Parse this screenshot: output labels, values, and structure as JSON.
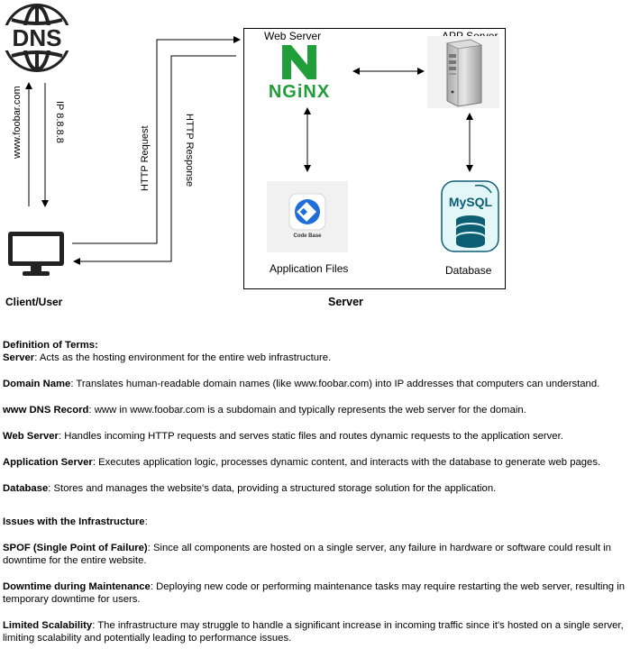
{
  "diagram": {
    "dns_icon_label": "DNS",
    "client_label": "Client/User",
    "server_box_label": "Server",
    "web_server_label": "Web Server",
    "app_server_label": "APP Server",
    "nginx_logo_text": "NGiNX",
    "application_files_label": "Application Files",
    "codebase_icon_text": "Code Base",
    "database_label": "Database",
    "mysql_logo_text": "MySQL",
    "arrow_domain_label": "www.foobar.com",
    "arrow_ip_label": "IP 8.8.8.8",
    "http_request_label": "HTTP Request",
    "http_response_label": "HTTP Response",
    "colors": {
      "nginx_green": "#1f9e3a",
      "codebase_blue": "#1e6fd9",
      "mysql_teal": "#0c5e72",
      "mysql_bg": "#e3f6f8",
      "server_gray": "#c9c9c9"
    }
  },
  "definitions": {
    "heading": "Definition of Terms:",
    "items": [
      {
        "term": "Server",
        "text": ": Acts as the hosting environment for the entire web infrastructure."
      },
      {
        "term": "Domain Name",
        "text": ": Translates human-readable domain names (like www.foobar.com) into IP addresses that computers can understand."
      },
      {
        "term": "www DNS Record",
        "text": ": www in www.foobar.com is a subdomain and typically represents the web server for the domain."
      },
      {
        "term": "Web Server",
        "text": ": Handles incoming HTTP requests and serves static files and routes dynamic requests to the application server."
      },
      {
        "term": "Application Server",
        "text": ": Executes application logic, processes dynamic content, and interacts with the database to generate web pages."
      },
      {
        "term": "Database",
        "text": ": Stores and manages the website's data, providing a structured storage solution for the application."
      }
    ]
  },
  "issues": {
    "heading": "Issues with the Infrastructure",
    "heading_suffix": ":",
    "items": [
      {
        "term": "SPOF (Single Point of Failure)",
        "text": ": Since all components are hosted on a single server, any failure in hardware or software could result in downtime for the entire website."
      },
      {
        "term": "Downtime during Maintenance",
        "text": ": Deploying new code or performing maintenance tasks may require restarting the web server, resulting in temporary downtime for users."
      },
      {
        "term": "Limited Scalability",
        "text": ": The infrastructure may struggle to handle a significant increase in incoming traffic since it's hosted on a single server, limiting scalability and potentially leading to performance issues."
      }
    ]
  }
}
